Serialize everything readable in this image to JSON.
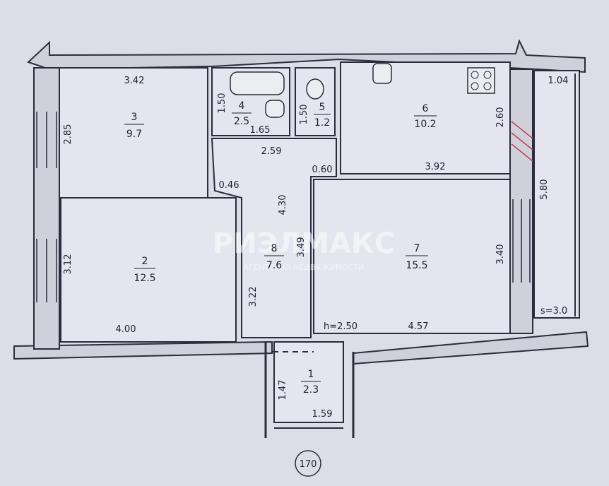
{
  "watermark": {
    "brand": "РИЭЛМАКС",
    "tagline": "АГЕНТСТВО НЕДВИЖИМОСТИ"
  },
  "rooms": [
    {
      "id": "room-1",
      "number": "1",
      "area": "2.3"
    },
    {
      "id": "room-2",
      "number": "2",
      "area": "12.5"
    },
    {
      "id": "room-3",
      "number": "3",
      "area": "9.7"
    },
    {
      "id": "room-4",
      "number": "4",
      "area": "2.5"
    },
    {
      "id": "room-5",
      "number": "5",
      "area": "1.2"
    },
    {
      "id": "room-6",
      "number": "6",
      "area": "10.2"
    },
    {
      "id": "room-7",
      "number": "7",
      "area": "15.5"
    },
    {
      "id": "room-8",
      "number": "8",
      "area": "7.6"
    }
  ],
  "dimensions": {
    "r3_width": "3.42",
    "r3_height": "2.85",
    "r4_height": "1.50",
    "r4_width": "1.65",
    "r5_height": "1.50",
    "r6_height": "2.60",
    "hall_width": "2.59",
    "hall_gap": "0.60",
    "r6_width": "3.92",
    "hall_offset": "0.46",
    "hall_length": "4.30",
    "r7_depth": "3.49",
    "r2_height": "3.12",
    "hall_lower": "3.22",
    "r7_height": "3.40",
    "r2_width": "4.00",
    "ceiling": "h=2.50",
    "r7_width": "4.57",
    "balcony_width": "1.04",
    "balcony_length": "5.80",
    "balcony_area": "s=3.0",
    "r1_height": "1.47",
    "r1_width": "1.59"
  },
  "footer": {
    "sheet_number": "170"
  }
}
